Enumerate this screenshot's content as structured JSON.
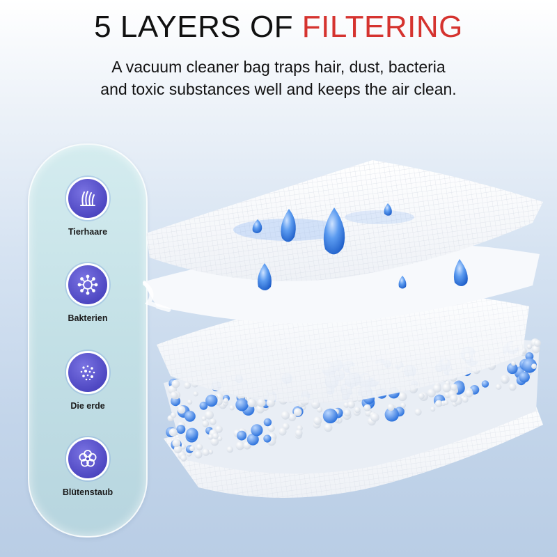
{
  "header": {
    "title_main": "5 LAYERS OF ",
    "title_accent": "FILTERING",
    "subtitle_line1": "A vacuum cleaner bag traps hair, dust, bacteria",
    "subtitle_line2": "and toxic substances well and keeps the air clean."
  },
  "features": [
    {
      "label": "Tierhaare",
      "icon": "hair-icon"
    },
    {
      "label": "Bakterien",
      "icon": "bacteria-icon"
    },
    {
      "label": "Die erde",
      "icon": "dirt-icon"
    },
    {
      "label": "Blütenstaub",
      "icon": "pollen-icon"
    }
  ],
  "colors": {
    "accent": "#d5332f",
    "icon_circle": "#4e47c2",
    "panel": "#c3e0e6",
    "droplet": "#3d7fe0"
  }
}
